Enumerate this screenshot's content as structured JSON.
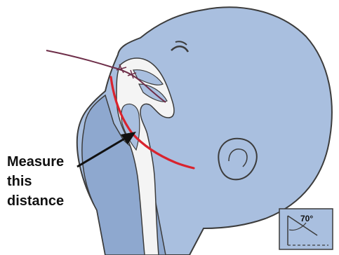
{
  "annotation": {
    "lines": [
      "Measure",
      "this",
      "distance"
    ]
  },
  "angle_inset": {
    "label": "70°",
    "degrees": 70
  },
  "colors": {
    "skin": "#a9bfdf",
    "skin_dark": "#8ea8cf",
    "outline": "#3c3c3c",
    "airway": "#f4f4f4",
    "tube": "#6e2e49",
    "measure_line": "#d9232e",
    "arrow": "#111111"
  }
}
